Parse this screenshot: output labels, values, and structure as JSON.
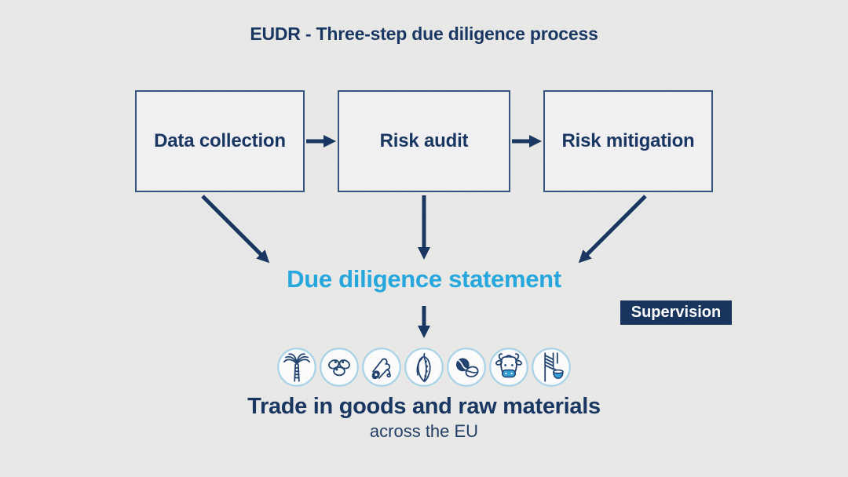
{
  "title": "EUDR - Three-step due diligence process",
  "steps": [
    {
      "label": "Data collection"
    },
    {
      "label": "Risk audit"
    },
    {
      "label": "Risk mitigation"
    }
  ],
  "statement_label": "Due diligence statement",
  "supervision_label": "Supervision",
  "commodity_icons": [
    "palm-tree-icon",
    "soy-beans-icon",
    "wood-log-icon",
    "cocoa-pod-icon",
    "coffee-beans-icon",
    "cattle-icon",
    "rubber-tap-icon"
  ],
  "footer": {
    "line1": "Trade in goods and raw materials",
    "line2": "across the EU"
  },
  "colors": {
    "navy": "#14325f",
    "cyan": "#21a6de",
    "background": "#e9e9e8",
    "box_fill": "#f2f2f4",
    "box_border": "#31507c",
    "icon_ring": "#a9d4e8",
    "icon_stroke": "#1d3f6e",
    "icon_blue_fill": "#2f9fd8",
    "badge_bg": "#12305b",
    "badge_text": "#ffffff"
  }
}
